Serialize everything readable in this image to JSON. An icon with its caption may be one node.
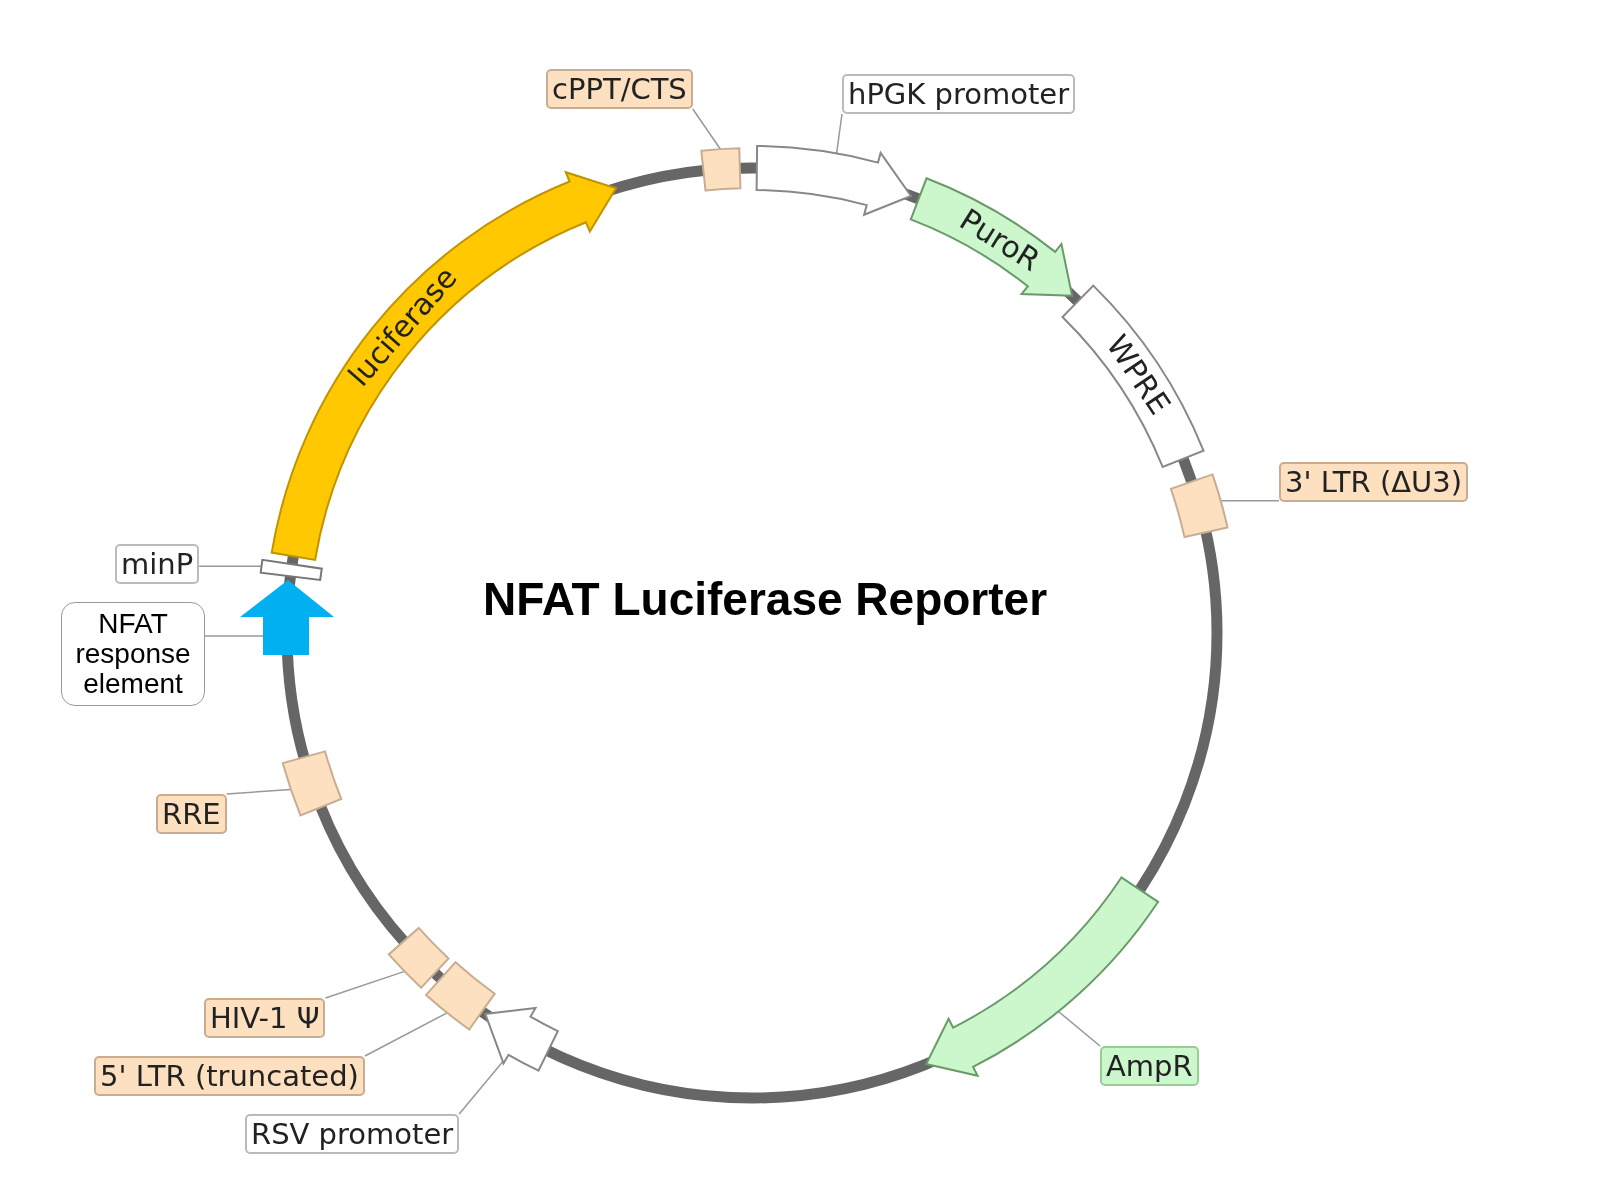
{
  "diagram": {
    "title": "NFAT Luciferase Reporter",
    "nodes": [
      {
        "text": [
          "cPPT/CTS"
        ]
      },
      {
        "text": [],
        "shape": "box"
      },
      {
        "text": [
          "hPGK promoter"
        ]
      },
      {
        "text": [],
        "shape": "arrow"
      },
      {
        "text": [
          "luciferase"
        ]
      },
      {
        "text": [
          "PuroR"
        ]
      },
      {
        "text": [
          "WPRE"
        ]
      },
      {
        "text": [
          "3' LTR (ΔU3)"
        ]
      },
      {
        "text": [],
        "shape": "box"
      },
      {
        "text": [
          "minP"
        ]
      },
      {
        "text": [],
        "shape": "box"
      },
      {
        "text": [
          "NFAT response element"
        ]
      },
      {
        "text": [],
        "shape": "arrow"
      },
      {
        "text": [
          "RRE"
        ]
      },
      {
        "text": [],
        "shape": "box"
      },
      {
        "text": [
          "AmpR"
        ]
      },
      {
        "text": [],
        "shape": "arrow"
      },
      {
        "text": [
          "HIV-1 Ψ"
        ]
      },
      {
        "text": [],
        "shape": "box"
      },
      {
        "text": [
          "5' LTR (truncated)"
        ]
      },
      {
        "text": [],
        "shape": "box"
      },
      {
        "text": [
          "RSV promoter"
        ]
      },
      {
        "text": [],
        "shape": "arrow"
      }
    ],
    "edges": [
      {
        "from": 0,
        "to": 1,
        "arrow": "none"
      },
      {
        "from": 2,
        "to": 3,
        "arrow": "none"
      },
      {
        "from": 7,
        "to": 8,
        "arrow": "none"
      },
      {
        "from": 9,
        "to": 10,
        "arrow": "none"
      },
      {
        "from": 11,
        "to": 12,
        "arrow": "none"
      },
      {
        "from": 13,
        "to": 14,
        "arrow": "none"
      },
      {
        "from": 15,
        "to": 16,
        "arrow": "none"
      },
      {
        "from": 17,
        "to": 18,
        "arrow": "none"
      },
      {
        "from": 19,
        "to": 20,
        "arrow": "none"
      },
      {
        "from": 21,
        "to": 22,
        "arrow": "none"
      }
    ]
  }
}
